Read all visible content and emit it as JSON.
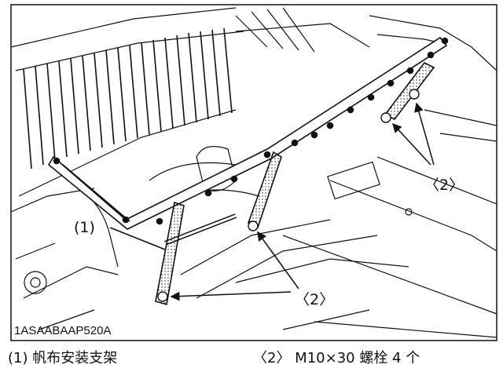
{
  "figure": {
    "id_label": "1ASAABAAP520A",
    "callouts": {
      "part1": "(1)",
      "part2_right": "〈2〉",
      "part2_bottom": "〈2〉"
    }
  },
  "caption": {
    "item1": "(1) 帆布安装支架",
    "item2": "〈2〉 M10×30 螺栓  4 个"
  },
  "colors": {
    "line": "#111111",
    "background": "#ffffff"
  }
}
